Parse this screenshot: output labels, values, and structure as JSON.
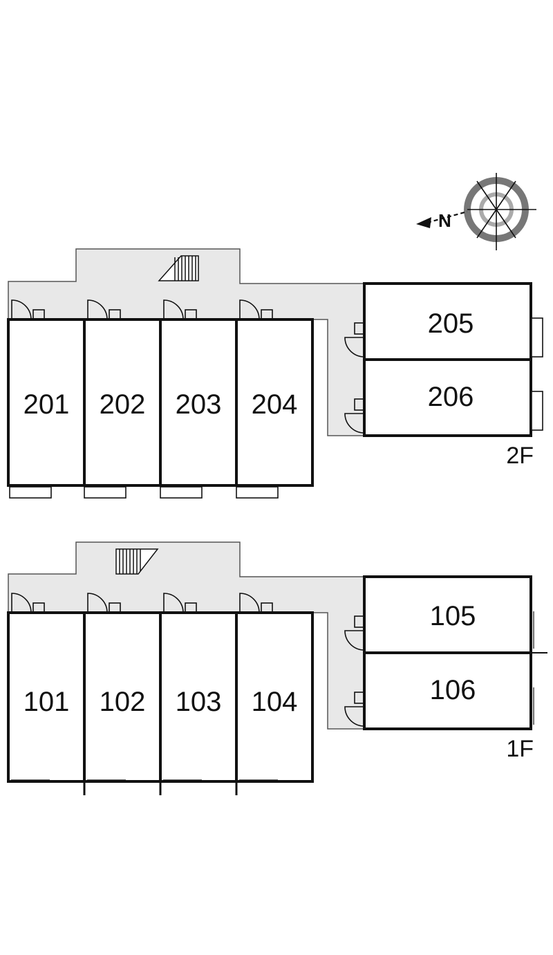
{
  "compass": {
    "north_label": "N"
  },
  "floors": [
    {
      "label": "2F",
      "rooms_left": [
        "201",
        "202",
        "203",
        "204"
      ],
      "rooms_right": [
        "205",
        "206"
      ]
    },
    {
      "label": "1F",
      "rooms_left": [
        "101",
        "102",
        "103",
        "104"
      ],
      "rooms_right": [
        "105",
        "106"
      ]
    }
  ],
  "colors": {
    "corridor": "#e8e8e8",
    "wall": "#111111",
    "compass_ring": "#777777"
  }
}
